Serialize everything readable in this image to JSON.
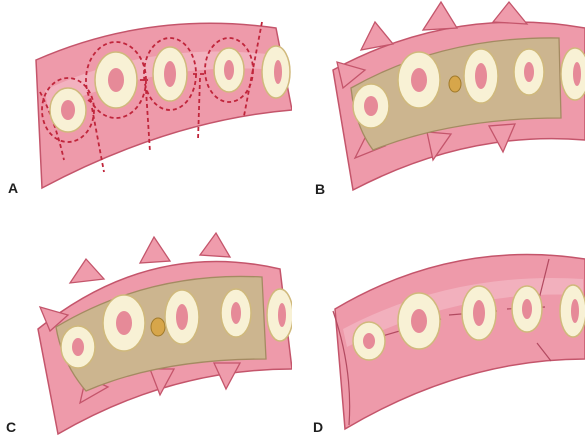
{
  "figure": {
    "panels": [
      {
        "label": "A"
      },
      {
        "label": "B"
      },
      {
        "label": "C"
      },
      {
        "label": "D"
      }
    ]
  },
  "colors": {
    "tissue_pink": "#ee9aaa",
    "tissue_light": "#f6c6cf",
    "tissue_edge": "#c4556b",
    "incision_line": "#c0253b",
    "flap_gold": "#ccb58f",
    "flap_edge": "#a48b62",
    "ring_cream": "#f8f1d5",
    "ring_edge": "#d0b97c",
    "core_pink": "#e68a98",
    "nub_gold": "#d7a64a"
  }
}
